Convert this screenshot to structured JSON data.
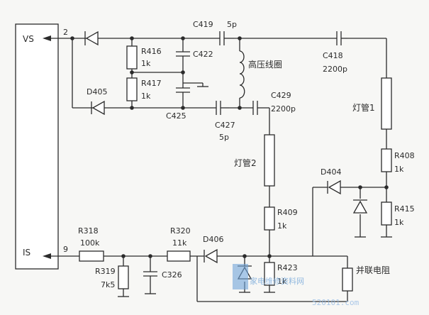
{
  "ports": {
    "vs": "VS",
    "vs_pin": "2",
    "is": "IS",
    "is_pin": "9"
  },
  "components": {
    "C419": {
      "ref": "C419",
      "value": "5p"
    },
    "C418": {
      "ref": "C418",
      "value": "2200p"
    },
    "R416": {
      "ref": "R416",
      "value": "1k"
    },
    "C422": {
      "ref": "C422"
    },
    "R417": {
      "ref": "R417",
      "value": "1k"
    },
    "D405": {
      "ref": "D405"
    },
    "C425": {
      "ref": "C425"
    },
    "HV": {
      "ref": "高压线圈"
    },
    "C427": {
      "ref": "C427",
      "value": "5p"
    },
    "C429": {
      "ref": "C429",
      "value": "2200p"
    },
    "LAMP1": {
      "ref": "灯管1"
    },
    "LAMP2": {
      "ref": "灯管2"
    },
    "R408": {
      "ref": "R408",
      "value": "1k"
    },
    "R415": {
      "ref": "R415",
      "value": "1k"
    },
    "D404": {
      "ref": "D404"
    },
    "R409": {
      "ref": "R409",
      "value": "1k"
    },
    "R318": {
      "ref": "R318",
      "value": "100k"
    },
    "R319": {
      "ref": "R319",
      "value": "7k5"
    },
    "C326": {
      "ref": "C326"
    },
    "R320": {
      "ref": "R320",
      "value": "11k"
    },
    "D406": {
      "ref": "D406"
    },
    "R423": {
      "ref": "R423",
      "value": "1k"
    },
    "PAR": {
      "ref": "并联电阻"
    }
  },
  "watermark": {
    "main": "家电维修资料网",
    "url": "520101.com"
  }
}
